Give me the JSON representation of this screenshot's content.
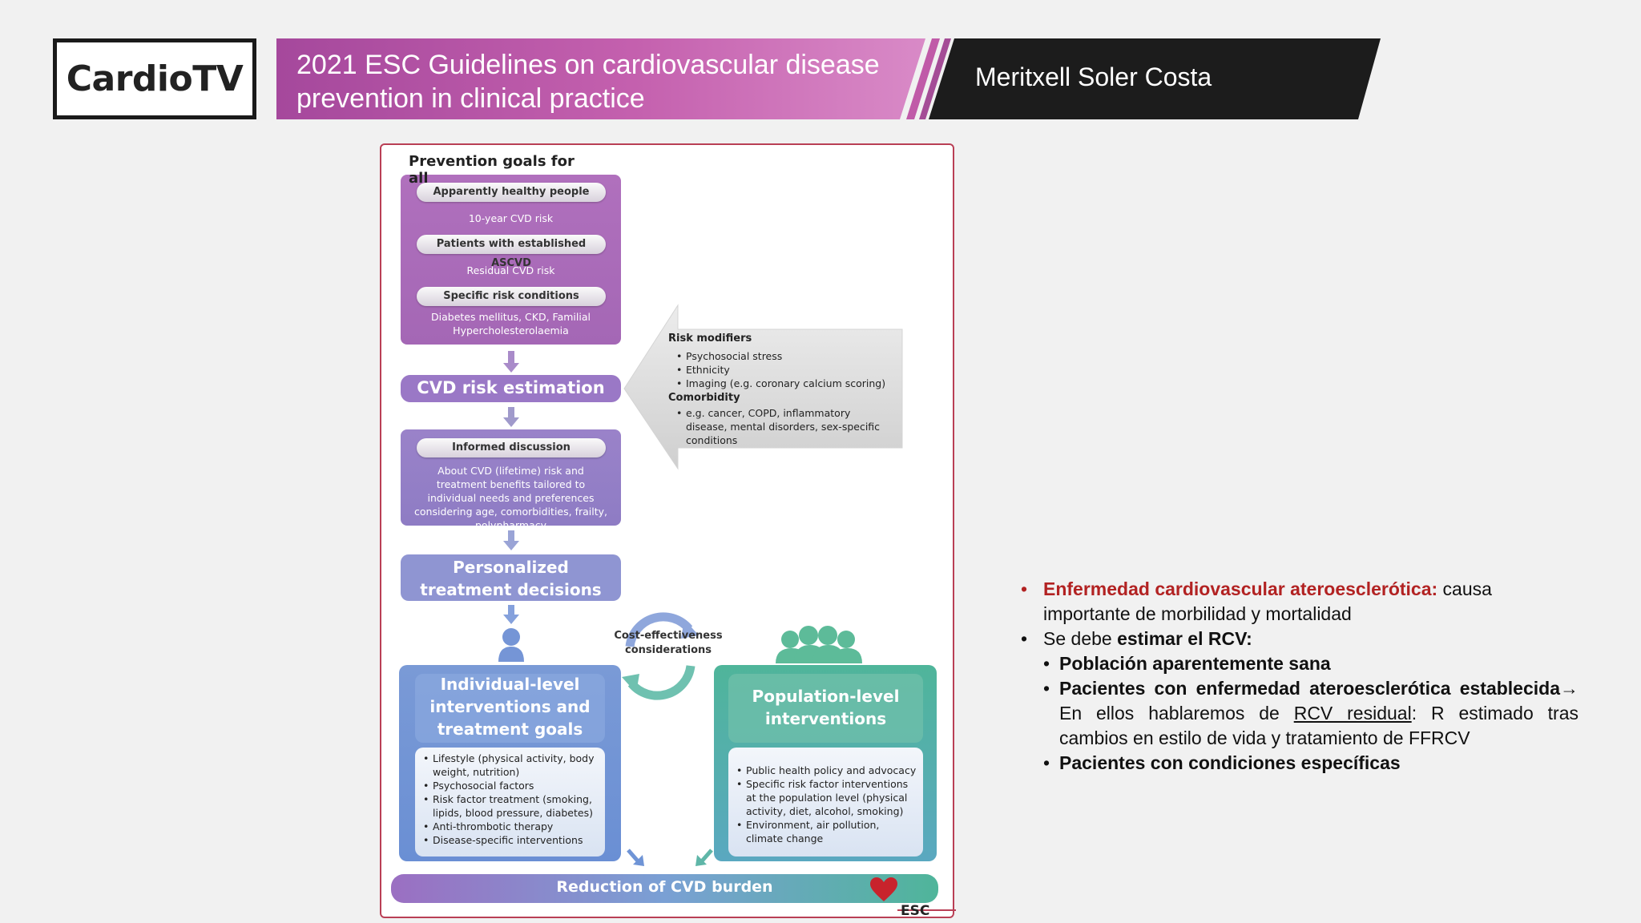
{
  "header": {
    "logo": "CardioTV",
    "title": "2021 ESC Guidelines on cardiovascular disease prevention in clinical practice",
    "author": "Meritxell Soler Costa"
  },
  "figure": {
    "prevention_title": "Prevention goals for all",
    "groups": [
      {
        "pill": "Apparently healthy people",
        "note": "10-year CVD risk"
      },
      {
        "pill": "Patients with established ASCVD",
        "note": "Residual CVD risk"
      },
      {
        "pill": "Specific risk conditions",
        "note": "Diabetes mellitus, CKD, Familial Hypercholesterolaemia"
      }
    ],
    "risk_estimation": "CVD risk estimation",
    "informed_pill": "Informed discussion",
    "informed_text": "About CVD (lifetime) risk and treatment benefits tailored to individual needs and preferences considering age, comorbidities, frailty, polypharmacy",
    "personalized": "Personalized treatment decisions",
    "modifiers": {
      "title": "Risk modifiers",
      "items": [
        "Psychosocial stress",
        "Ethnicity",
        "Imaging (e.g. coronary calcium scoring)"
      ],
      "comorbidity_title": "Comorbidity",
      "comorbidity_items": [
        "e.g. cancer, COPD, inflammatory disease, mental disorders, sex-specific conditions"
      ]
    },
    "cost": "Cost-effectiveness considerations",
    "individual": {
      "title": "Individual-level interventions and treatment goals",
      "items": [
        "Lifestyle (physical activity, body weight, nutrition)",
        "Psychosocial factors",
        "Risk factor treatment (smoking, lipids, blood pressure, diabetes)",
        "Anti-thrombotic therapy",
        "Disease-specific interventions"
      ]
    },
    "population": {
      "title": "Population-level interventions",
      "items": [
        "Public health policy and advocacy",
        "Specific risk factor interventions at the population level (physical activity, diet, alcohol, smoking)",
        "Environment, air pollution, climate change"
      ]
    },
    "reduction": "Reduction of CVD burden",
    "esc": "ESC"
  },
  "notes": {
    "b1_bold": "Enfermedad cardiovascular ateroesclerótica:",
    "b1_rest": " causa importante de morbilidad y mortalidad",
    "b2_pre": "Se debe ",
    "b2_bold": "estimar el RCV:",
    "s1": "Población aparentemente sana",
    "s2_bold": "Pacientes con enfermedad ateroesclerótica establecida→",
    "s2_pre": "En ellos hablaremos de ",
    "s2_u": "RCV residual",
    "s2_post": ": R estimado tras cambios en estilo de vida y tratamiento de FFRCV",
    "s3": "Pacientes con condiciones específicas"
  }
}
